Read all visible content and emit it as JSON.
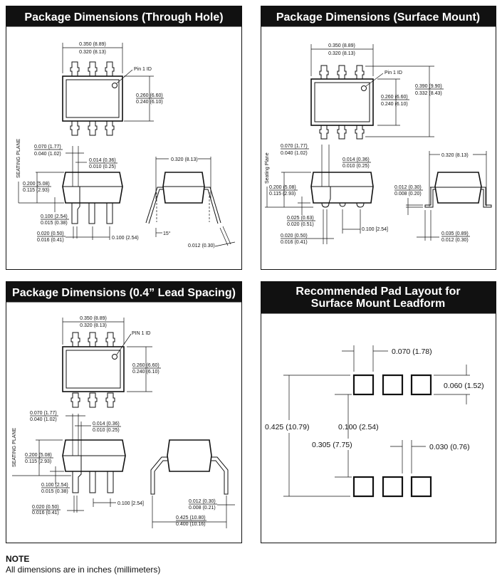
{
  "panels": [
    {
      "title": "Package Dimensions (Through Hole)",
      "labels": {
        "width_max": "0.350 (8.89)",
        "width_min": "0.320 (8.13)",
        "pin1": "Pin 1 ID",
        "height_max": "0.260 (6.60)",
        "height_min": "0.240 (6.10)",
        "seating": "SEATING PLANE",
        "lead_a_max": "0.070 (1.77)",
        "lead_a_min": "0.040 (1.02)",
        "lead_b_max": "0.014 (0.36)",
        "lead_b_min": "0.010 (0.25)",
        "body_h_max": "0.200 (5.08)",
        "body_h_min": "0.115 (2.93)",
        "standoff_max": "0.100 (2.54)",
        "standoff_min": "0.015 (0.38)",
        "lead_w_max": "0.020 (0.50)",
        "lead_w_min": "0.016 (0.41)",
        "pitch": "0.100 (2.54)",
        "row": "0.320 (8.13)",
        "angle": "15°",
        "thick": "0.012 (0.30)"
      }
    },
    {
      "title": "Package Dimensions (Surface Mount)",
      "labels": {
        "width_max": "0.350 (8.89)",
        "width_min": "0.320 (8.13)",
        "pin1": "Pin 1 ID",
        "height_max": "0.260 (6.60)",
        "height_min": "0.240 (6.10)",
        "span_max": "0.390 (9.90)",
        "span_min": "0.332 (8.43)",
        "seating": "Seating Plane",
        "lead_a_max": "0.070 (1.77)",
        "lead_a_min": "0.040 (1.02)",
        "lead_b_max": "0.014 (0.36)",
        "lead_b_min": "0.010 (0.25)",
        "body_h_max": "0.200 (5.08)",
        "body_h_min": "0.115 (2.93)",
        "standoff_max": "0.025 (0.63)",
        "standoff_min": "0.020 (0.51)",
        "pitch": "0.100 [2.54]",
        "lead_w_max": "0.020 (0.50)",
        "lead_w_min": "0.016 (0.41)",
        "row": "0.320 (8.13)",
        "thick_max": "0.012 (0.30)",
        "thick_min": "0.008 (0.20)",
        "foot_max": "0.035 (0.89)",
        "foot_min": "0.012 (0.30)"
      }
    },
    {
      "title": "Package Dimensions (0.4” Lead Spacing)",
      "labels": {
        "width_max": "0.350 (8.89)",
        "width_min": "0.320 (8.13)",
        "pin1": "PIN 1 ID",
        "height_max": "0.260 (6.60)",
        "height_min": "0.240 (6.10)",
        "seating": "SEATING PLANE",
        "lead_a_max": "0.070 (1.77)",
        "lead_a_min": "0.040 (1.02)",
        "lead_b_max": "0.014 (0.36)",
        "lead_b_min": "0.010 (0.25)",
        "body_h_max": "0.200 (5.08)",
        "body_h_min": "0.115 (2.93)",
        "standoff_max": "0.100 (2.54)",
        "standoff_min": "0.015 (0.38)",
        "lead_w_max": "0.020 (0.50)",
        "lead_w_min": "0.016 (0.41)",
        "pitch": "0.100 [2.54]",
        "thick_max": "0.012 (0.30)",
        "thick_min": "0.008 (0.21)",
        "span_max": "0.425 (10.80)",
        "span_min": "0.400 (10.16)"
      }
    },
    {
      "title_line1": "Recommended Pad Layout for",
      "title_line2": "Surface Mount Leadform",
      "labels": {
        "pad_w": "0.070 (1.78)",
        "pad_h": "0.060 (1.52)",
        "overall": "0.425 (10.79)",
        "pitch": "0.100 (2.54)",
        "inner": "0.305 (7.75)",
        "gap": "0.030 (0.76)"
      }
    }
  ],
  "note": {
    "heading": "NOTE",
    "text": "All dimensions are in inches (millimeters)"
  }
}
